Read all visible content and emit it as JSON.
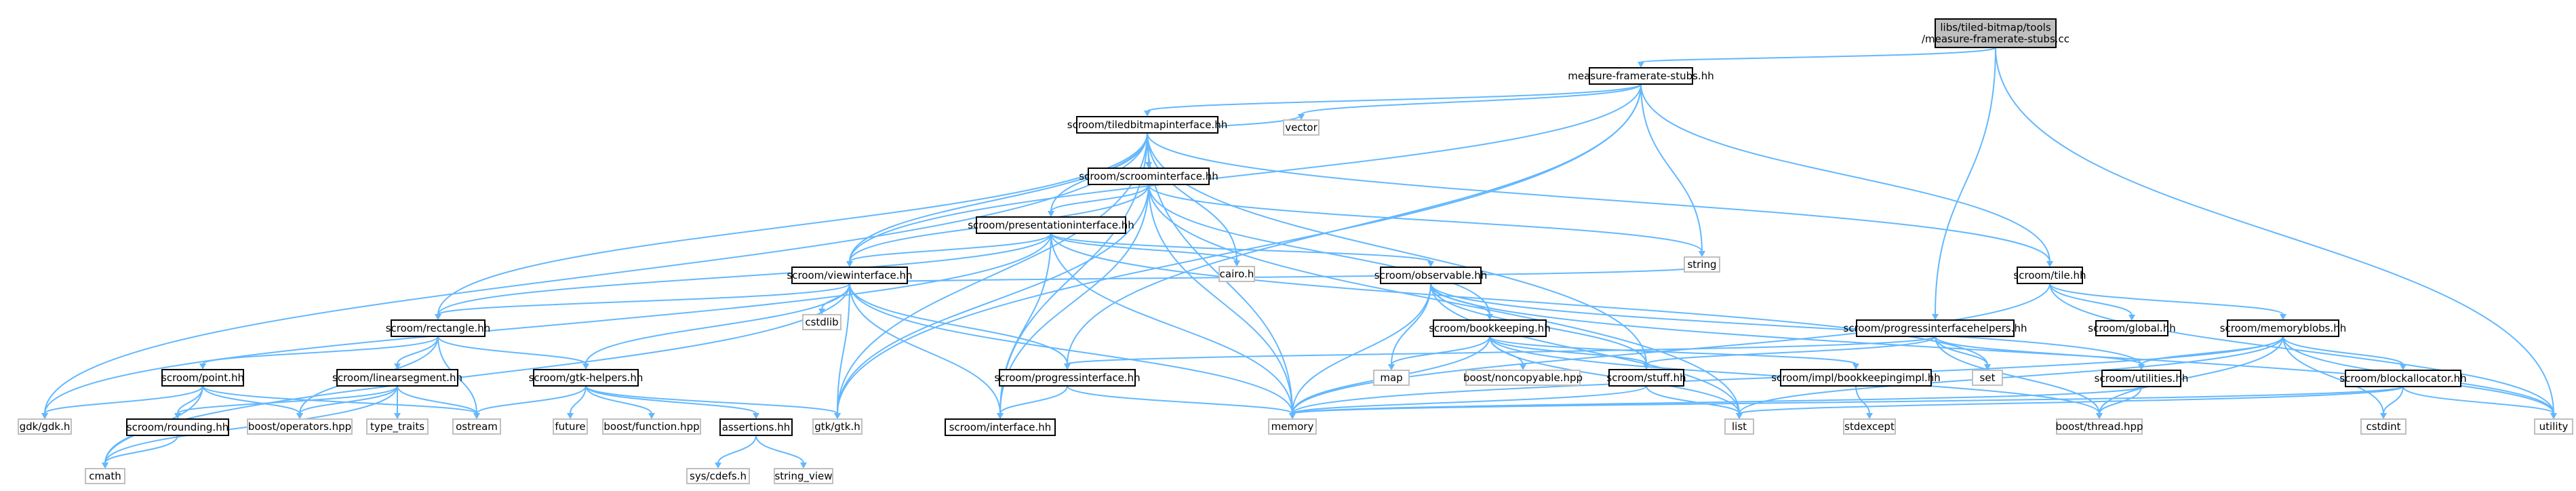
{
  "diagram": {
    "type": "include-dependency-graph",
    "colors": {
      "edge": "#63b8ff",
      "node_border": "#000000",
      "system_border": "#bfbfbf",
      "root_fill": "#bfbfbf",
      "background": "#ffffff"
    },
    "nodes": [
      {
        "id": "root",
        "label": "libs/tiled-bitmap/tools\n/measure-framerate-stubs.cc",
        "kind": "root"
      },
      {
        "id": "mfs",
        "label": "measure-framerate-stubs.hh",
        "kind": "local"
      },
      {
        "id": "tbi",
        "label": "scroom/tiledbitmapinterface.hh",
        "kind": "local"
      },
      {
        "id": "vector",
        "label": "vector",
        "kind": "system"
      },
      {
        "id": "si",
        "label": "scroom/scroominterface.hh",
        "kind": "local"
      },
      {
        "id": "pi",
        "label": "scroom/presentationinterface.hh",
        "kind": "local"
      },
      {
        "id": "cairo",
        "label": "cairo.h",
        "kind": "system"
      },
      {
        "id": "string",
        "label": "string",
        "kind": "system"
      },
      {
        "id": "vi",
        "label": "scroom/viewinterface.hh",
        "kind": "local"
      },
      {
        "id": "obs",
        "label": "scroom/observable.hh",
        "kind": "local"
      },
      {
        "id": "tile",
        "label": "scroom/tile.hh",
        "kind": "local"
      },
      {
        "id": "cstdlib",
        "label": "cstdlib",
        "kind": "system"
      },
      {
        "id": "rect",
        "label": "scroom/rectangle.hh",
        "kind": "local"
      },
      {
        "id": "bk",
        "label": "scroom/bookkeeping.hh",
        "kind": "local"
      },
      {
        "id": "pih",
        "label": "scroom/progressinterfacehelpers.hh",
        "kind": "local"
      },
      {
        "id": "global",
        "label": "scroom/global.hh",
        "kind": "local"
      },
      {
        "id": "mb",
        "label": "scroom/memoryblobs.hh",
        "kind": "local"
      },
      {
        "id": "point",
        "label": "scroom/point.hh",
        "kind": "local"
      },
      {
        "id": "lin",
        "label": "scroom/linearsegment.hh",
        "kind": "local"
      },
      {
        "id": "gtkh",
        "label": "scroom/gtk-helpers.hh",
        "kind": "local"
      },
      {
        "id": "prog",
        "label": "scroom/progressinterface.hh",
        "kind": "local"
      },
      {
        "id": "map",
        "label": "map",
        "kind": "system"
      },
      {
        "id": "noncopy",
        "label": "boost/noncopyable.hpp",
        "kind": "system"
      },
      {
        "id": "stuff",
        "label": "scroom/stuff.hh",
        "kind": "local"
      },
      {
        "id": "bkimpl",
        "label": "scroom/impl/bookkeepingimpl.hh",
        "kind": "local"
      },
      {
        "id": "set",
        "label": "set",
        "kind": "system"
      },
      {
        "id": "util",
        "label": "scroom/utilities.hh",
        "kind": "local"
      },
      {
        "id": "ba",
        "label": "scroom/blockallocator.hh",
        "kind": "local"
      },
      {
        "id": "gdk",
        "label": "gdk/gdk.h",
        "kind": "system"
      },
      {
        "id": "round",
        "label": "scroom/rounding.hh",
        "kind": "local"
      },
      {
        "id": "bops",
        "label": "boost/operators.hpp",
        "kind": "system"
      },
      {
        "id": "tt",
        "label": "type_traits",
        "kind": "system"
      },
      {
        "id": "ostream",
        "label": "ostream",
        "kind": "system"
      },
      {
        "id": "future",
        "label": "future",
        "kind": "system"
      },
      {
        "id": "bfunc",
        "label": "boost/function.hpp",
        "kind": "system"
      },
      {
        "id": "assert",
        "label": "assertions.hh",
        "kind": "local"
      },
      {
        "id": "gtk",
        "label": "gtk/gtk.h",
        "kind": "system"
      },
      {
        "id": "iface",
        "label": "scroom/interface.hh",
        "kind": "local"
      },
      {
        "id": "memory",
        "label": "memory",
        "kind": "system"
      },
      {
        "id": "list",
        "label": "list",
        "kind": "system"
      },
      {
        "id": "stdexcept",
        "label": "stdexcept",
        "kind": "system"
      },
      {
        "id": "bthread",
        "label": "boost/thread.hpp",
        "kind": "system"
      },
      {
        "id": "cstdint",
        "label": "cstdint",
        "kind": "system"
      },
      {
        "id": "utility",
        "label": "utility",
        "kind": "system"
      },
      {
        "id": "cmath",
        "label": "cmath",
        "kind": "system"
      },
      {
        "id": "syscdefs",
        "label": "sys/cdefs.h",
        "kind": "system"
      },
      {
        "id": "strview",
        "label": "string_view",
        "kind": "system"
      }
    ],
    "edges": [
      [
        "root",
        "mfs"
      ],
      [
        "root",
        "pih"
      ],
      [
        "root",
        "utility"
      ],
      [
        "mfs",
        "tbi"
      ],
      [
        "mfs",
        "vector"
      ],
      [
        "mfs",
        "string"
      ],
      [
        "mfs",
        "tile"
      ],
      [
        "mfs",
        "vi"
      ],
      [
        "mfs",
        "prog"
      ],
      [
        "mfs",
        "gtk"
      ],
      [
        "tbi",
        "si"
      ],
      [
        "tbi",
        "pi"
      ],
      [
        "tbi",
        "vi"
      ],
      [
        "tbi",
        "vector"
      ],
      [
        "tbi",
        "cairo"
      ],
      [
        "tbi",
        "tile"
      ],
      [
        "tbi",
        "rect"
      ],
      [
        "tbi",
        "gdk"
      ],
      [
        "tbi",
        "gtk"
      ],
      [
        "tbi",
        "stuff"
      ],
      [
        "tbi",
        "memory"
      ],
      [
        "tbi",
        "iface"
      ],
      [
        "si",
        "pi"
      ],
      [
        "si",
        "vi"
      ],
      [
        "si",
        "bk"
      ],
      [
        "si",
        "string"
      ],
      [
        "si",
        "memory"
      ],
      [
        "si",
        "gtk"
      ],
      [
        "si",
        "iface"
      ],
      [
        "si",
        "list"
      ],
      [
        "pi",
        "vi"
      ],
      [
        "pi",
        "obs"
      ],
      [
        "pi",
        "cairo"
      ],
      [
        "pi",
        "rect"
      ],
      [
        "pi",
        "gdk"
      ],
      [
        "pi",
        "memory"
      ],
      [
        "pi",
        "iface"
      ],
      [
        "pi",
        "set"
      ],
      [
        "vi",
        "rect"
      ],
      [
        "vi",
        "prog"
      ],
      [
        "vi",
        "gtkh"
      ],
      [
        "vi",
        "cstdlib"
      ],
      [
        "vi",
        "string"
      ],
      [
        "vi",
        "gtk"
      ],
      [
        "vi",
        "memory"
      ],
      [
        "vi",
        "iface"
      ],
      [
        "vi",
        "cmath"
      ],
      [
        "obs",
        "bk"
      ],
      [
        "obs",
        "stuff"
      ],
      [
        "obs",
        "util"
      ],
      [
        "obs",
        "map"
      ],
      [
        "obs",
        "memory"
      ],
      [
        "obs",
        "list"
      ],
      [
        "obs",
        "utility"
      ],
      [
        "tile",
        "global"
      ],
      [
        "tile",
        "mb"
      ],
      [
        "tile",
        "memory"
      ],
      [
        "tile",
        "utility"
      ],
      [
        "rect",
        "point"
      ],
      [
        "rect",
        "lin"
      ],
      [
        "rect",
        "gtkh"
      ],
      [
        "rect",
        "bops"
      ],
      [
        "rect",
        "ostream"
      ],
      [
        "bk",
        "noncopy"
      ],
      [
        "bk",
        "stuff"
      ],
      [
        "bk",
        "bkimpl"
      ],
      [
        "bk",
        "map"
      ],
      [
        "bk",
        "memory"
      ],
      [
        "bk",
        "list"
      ],
      [
        "bk",
        "bthread"
      ],
      [
        "pih",
        "prog"
      ],
      [
        "pih",
        "stuff"
      ],
      [
        "pih",
        "util"
      ],
      [
        "pih",
        "set"
      ],
      [
        "pih",
        "bthread"
      ],
      [
        "mb",
        "ba"
      ],
      [
        "mb",
        "util"
      ],
      [
        "mb",
        "bthread"
      ],
      [
        "mb",
        "list"
      ],
      [
        "mb",
        "memory"
      ],
      [
        "mb",
        "cstdint"
      ],
      [
        "mb",
        "utility"
      ],
      [
        "point",
        "round"
      ],
      [
        "point",
        "bops"
      ],
      [
        "point",
        "gdk"
      ],
      [
        "point",
        "ostream"
      ],
      [
        "point",
        "cmath"
      ],
      [
        "lin",
        "bops"
      ],
      [
        "lin",
        "tt"
      ],
      [
        "lin",
        "ostream"
      ],
      [
        "lin",
        "cmath"
      ],
      [
        "lin",
        "round"
      ],
      [
        "gtkh",
        "future"
      ],
      [
        "gtkh",
        "bfunc"
      ],
      [
        "gtkh",
        "assert"
      ],
      [
        "gtkh",
        "gtk"
      ],
      [
        "gtkh",
        "ostream"
      ],
      [
        "prog",
        "iface"
      ],
      [
        "prog",
        "memory"
      ],
      [
        "stuff",
        "memory"
      ],
      [
        "stuff",
        "list"
      ],
      [
        "bkimpl",
        "stdexcept"
      ],
      [
        "util",
        "bthread"
      ],
      [
        "util",
        "memory"
      ],
      [
        "ba",
        "list"
      ],
      [
        "ba",
        "memory"
      ],
      [
        "ba",
        "cstdint"
      ],
      [
        "ba",
        "utility"
      ],
      [
        "round",
        "cmath"
      ],
      [
        "assert",
        "syscdefs"
      ],
      [
        "assert",
        "strview"
      ]
    ]
  }
}
